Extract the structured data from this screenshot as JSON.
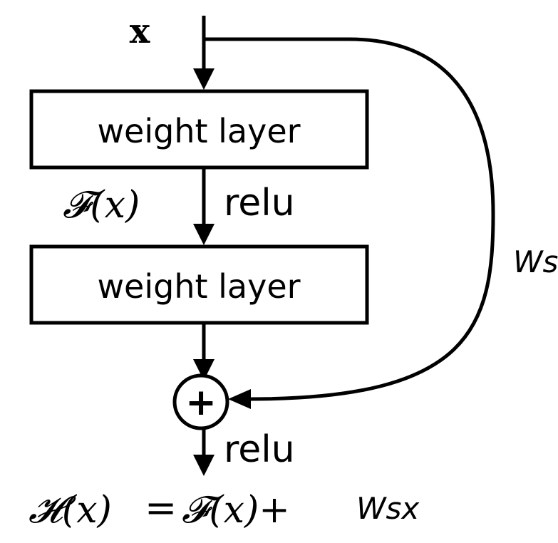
{
  "input_label": "x",
  "layers": [
    {
      "label": "weight layer"
    },
    {
      "label": "weight layer"
    }
  ],
  "activations": [
    "relu",
    "relu"
  ],
  "residual_label": "𝓕(x)",
  "shortcut_label": "Ws",
  "sum_symbol": "+",
  "output": {
    "lhs": "𝓗(x)",
    "eq": "=",
    "rhs": "𝓕(x)+",
    "shortcut_term": "Wsx"
  }
}
